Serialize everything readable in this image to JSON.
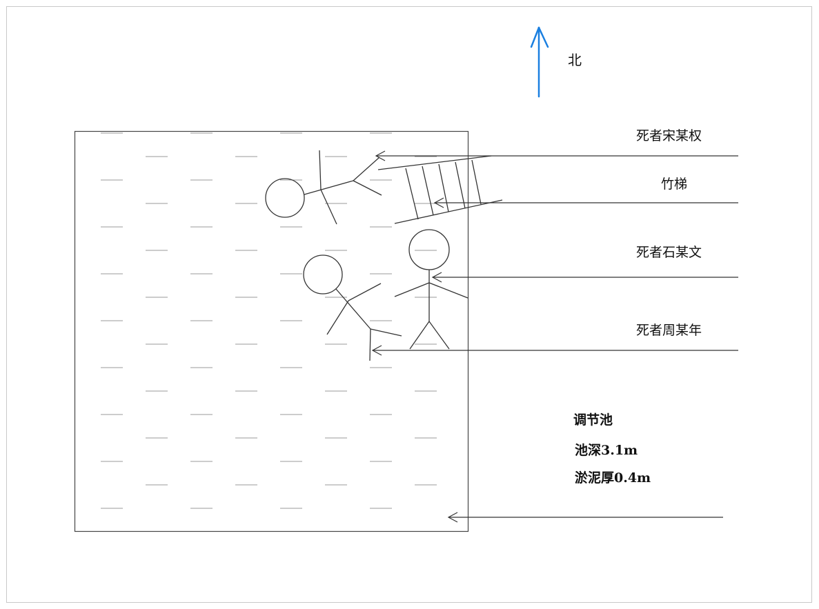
{
  "diagram": {
    "compass": {
      "label": "北",
      "arrow_color": "#1a7fe0",
      "icon": "north-arrow-icon"
    },
    "pool": {
      "name": "调节池",
      "depth_text": "池深3.1m",
      "sludge_text": "淤泥厚0.4m"
    },
    "callouts": {
      "victim_song": "死者宋某权",
      "ladder": "竹梯",
      "victim_shi": "死者石某文",
      "victim_zhou": "死者周某年"
    },
    "colors": {
      "line": "#333333",
      "frame": "#c8c8c8",
      "water_dash": "#9a9a9a"
    }
  }
}
